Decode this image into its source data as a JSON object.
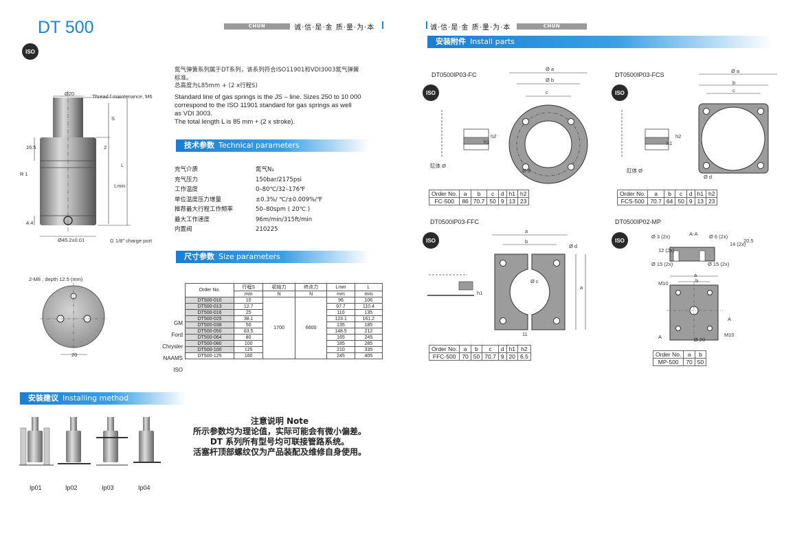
{
  "left": {
    "title": "DT 500",
    "iso": "ISO",
    "brand": "CHUN",
    "slogan": "诚·信·是·金  质·量·为·本",
    "cyl_labels": {
      "d20": "Ø20",
      "thread": "Thread f maintenance, M6",
      "s": "S",
      "two": "2",
      "l": "L",
      "lmin": "Lmin",
      "h165": "16.5",
      "r1": "R 1",
      "h44": "4.4",
      "diam": "Ø45.2±0.01",
      "charge": "G 1/8\" charge port"
    },
    "bottom_view": {
      "note": "2-M8 , depth 12.5 (mm)",
      "dim": "20"
    },
    "desc_cn_1": "氮气弹簧系列属于DT系列，该系列符合ISO11901和VDI3003氮气弹簧",
    "desc_cn_2": "标准。",
    "desc_cn_3": "总高度为L85mm + (2 x行程S)",
    "desc_en_1": "Standard line of gas springs is the JS – line. Sizes 250 to 10 000",
    "desc_en_2": "correspond to the ISO 11901 standard  for gas springs as well",
    "desc_en_3": "as VDI 3003.",
    "desc_en_4": "The total length L is 85 mm + (2 x stroke).",
    "tech_title_cn": "技术参数",
    "tech_title_en": "Technical parameters",
    "params": [
      {
        "k": "充气介质",
        "v": "氮气N₂"
      },
      {
        "k": "充气压力",
        "v": "150bar/2175psi"
      },
      {
        "k": "工作温度",
        "v": "0–80℃/32–176℉"
      },
      {
        "k": "单位温度压力增量",
        "v": "±0.3%/ ℃/±0.009%/℉"
      },
      {
        "k": "推荐最大行程工作频率",
        "v": "50–80spm ( 20℃ )"
      },
      {
        "k": "最大工作速度",
        "v": "96m/min/315ft/min"
      },
      {
        "k": "内置阀",
        "v": "210225"
      }
    ],
    "size_title_cn": "尺寸参数",
    "size_title_en": "Size parameters",
    "size_head": [
      "Order No.",
      "行程S",
      "初始力",
      "终点力",
      "Lmin",
      "L"
    ],
    "size_units": [
      "mm",
      "N",
      "N",
      "mm",
      "mm"
    ],
    "size_rows": [
      [
        "DT500-010",
        "10",
        "96",
        "106"
      ],
      [
        "DT500-013",
        "12.7",
        "97.7",
        "110.4"
      ],
      [
        "DT500-016",
        "25",
        "110",
        "135"
      ],
      [
        "DT500-025",
        "38.1",
        "123.1",
        "161.2"
      ],
      [
        "DT500-038",
        "50",
        "135",
        "185"
      ],
      [
        "DT500-050",
        "63.5",
        "148.5",
        "212"
      ],
      [
        "DT500-064",
        "80",
        "165",
        "245"
      ],
      [
        "DT500-080",
        "100",
        "185",
        "285"
      ],
      [
        "DT500-100",
        "125",
        "210",
        "335"
      ],
      [
        "DT500-125",
        "160",
        "245",
        "405"
      ]
    ],
    "force_init": "1700",
    "force_end": "6600",
    "side_labels": [
      "GM",
      "Ford",
      "Chrysler",
      "NAAMS",
      "ISO"
    ],
    "install_title_cn": "安装建议",
    "install_title_en": "Installing method",
    "install_items": [
      "Ip01",
      "Ip02",
      "Ip03",
      "Ip04"
    ],
    "note_title": "注意说明 Note",
    "note_1": "所示参数均为理论值，实际可能会有微小偏差。",
    "note_2": "DT 系列所有型号均可联接管路系统。",
    "note_3": "活塞杆顶部螺纹仅为产品装配及维修自身使用。"
  },
  "right": {
    "slogan": "诚·信·是·金  质·量·为·本",
    "brand": "CHUN",
    "parts_title_cn": "安装附件",
    "parts_title_en": "Install parts",
    "fc": {
      "name": "DT0500IP03-FC",
      "labels": {
        "a": "Ø a",
        "b": "Ø b",
        "c": "c",
        "d": "Ø d",
        "h1": "h1",
        "h2": "h2",
        "bore": "缸体 Ø"
      },
      "head": [
        "Order No.",
        "a",
        "b",
        "c",
        "d",
        "h1",
        "h2"
      ],
      "row": [
        "FC-500",
        "86",
        "70.7",
        "50",
        "9",
        "13",
        "23"
      ]
    },
    "fcs": {
      "name": "DT0500IP03-FCS",
      "labels": {
        "a": "Ø a",
        "b": "b",
        "c": "c",
        "d": "Ø d",
        "h1": "h1",
        "h2": "h2",
        "bore": "缸体 Ø"
      },
      "head": [
        "Order No.",
        "a",
        "b",
        "c",
        "d",
        "h1",
        "h2"
      ],
      "row": [
        "FCS-500",
        "70.7",
        "64",
        "50",
        "9",
        "13",
        "23"
      ]
    },
    "ffc": {
      "name": "DT0500IP03-FFC",
      "labels": {
        "a": "a",
        "b": "b",
        "c": "Ø c",
        "d": "Ø d",
        "h1": "h1",
        "a2": "a",
        "eleven": "11"
      },
      "head": [
        "Order No.",
        "a",
        "b",
        "c",
        "d",
        "h1",
        "h2"
      ],
      "row": [
        "FFC-500",
        "70",
        "50",
        "70.7",
        "9",
        "20",
        "6.5"
      ]
    },
    "mp": {
      "name": "DT0500IP02-MP",
      "labels": {
        "d3": "Ø 3 (2x)",
        "aa": "A-A",
        "d6": "Ø 6 (2x)",
        "h14": "14 (2x)",
        "h20": "20.5",
        "h12": "12 (2x)",
        "d15": "Ø 15 (2x)",
        "d15b": "Ø 15 (2x)",
        "m10": "M10",
        "a": "a",
        "b": "b",
        "d20": "Ø 20",
        "m10b": "M10",
        "A1": "A",
        "A2": "A"
      },
      "head": [
        "Order No.",
        "a",
        "b"
      ],
      "row": [
        "MP-500",
        "70",
        "50"
      ]
    }
  }
}
